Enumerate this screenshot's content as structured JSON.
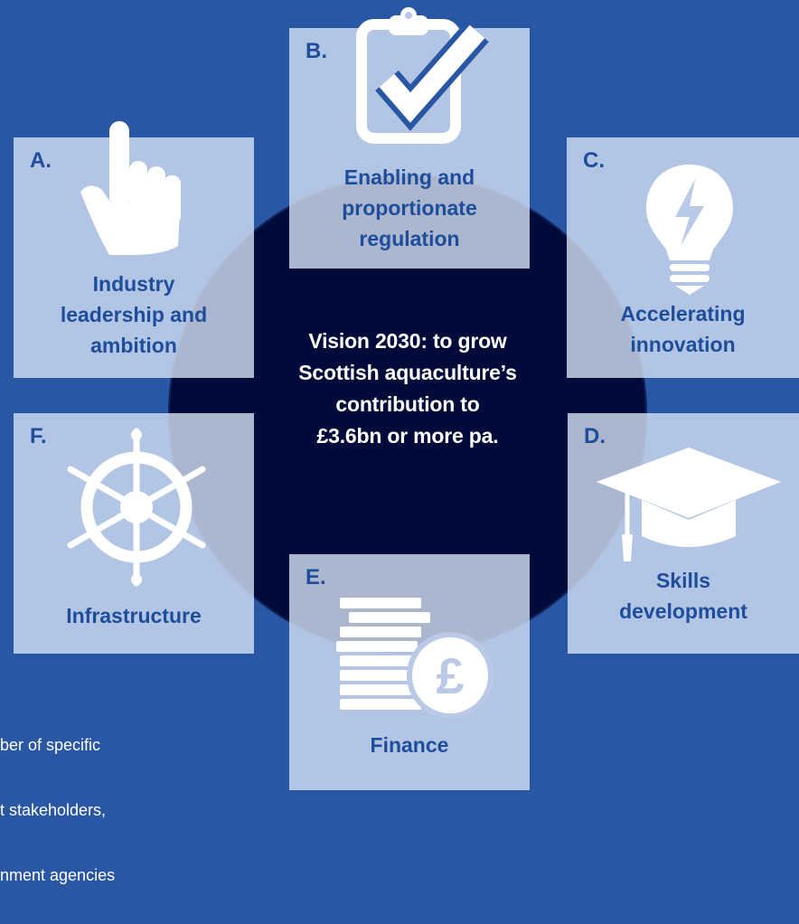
{
  "center": {
    "lines": [
      "Vision 2030: to grow",
      "Scottish aquaculture’s",
      "contribution to",
      "£3.6bn or more pa."
    ]
  },
  "boxes": {
    "a": {
      "letter": "A.",
      "label": "Industry\nleadership and\nambition",
      "icon": "pointing-hand-icon"
    },
    "b": {
      "letter": "B.",
      "label": "Enabling and\nproportionate\nregulation",
      "icon": "clipboard-check-icon"
    },
    "c": {
      "letter": "C.",
      "label": "Accelerating\ninnovation",
      "icon": "lightbulb-icon"
    },
    "d": {
      "letter": "D.",
      "label": "Skills\ndevelopment",
      "icon": "graduation-cap-icon"
    },
    "e": {
      "letter": "E.",
      "label": "Finance",
      "icon": "coins-pound-icon"
    },
    "f": {
      "letter": "F.",
      "label": "Infrastructure",
      "icon": "ship-wheel-icon"
    }
  },
  "footnote": {
    "lines": [
      "ber of specific",
      "t stakeholders,",
      "nment agencies"
    ]
  },
  "colors": {
    "background": "#2a57a3",
    "circle": "#000b3a",
    "box": "#d6e1f5",
    "text_blue": "#1e4d9c"
  }
}
